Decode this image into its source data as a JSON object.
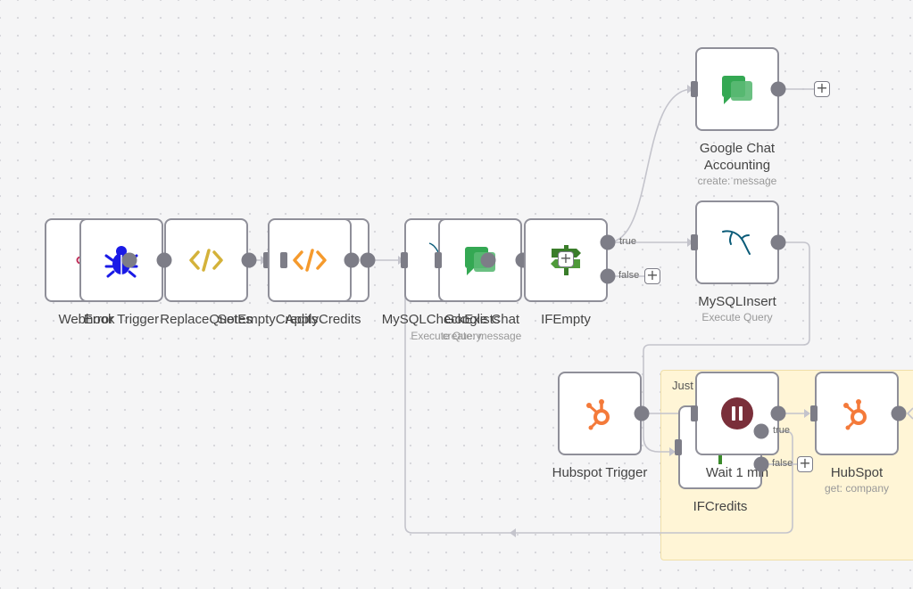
{
  "sticky_note": {
    "text": "Just"
  },
  "nodes": {
    "webhook": {
      "label": "Webhook"
    },
    "error_trigger": {
      "label": "Error Trigger"
    },
    "replace_quotes": {
      "label": "ReplaceQuotes"
    },
    "set_empty": {
      "label": "SetEmptyCredits"
    },
    "apply_credits": {
      "label": "ApplyCredits"
    },
    "mysql_check": {
      "label": "MySQLCheckExists",
      "sub": "Execute Query"
    },
    "google_chat_mid": {
      "label": "Google Chat",
      "sub": "create: message"
    },
    "if_empty": {
      "label": "IFEmpty"
    },
    "google_chat_accounting": {
      "label_line1": "Google Chat",
      "label_line2": "Accounting",
      "sub": "create: message"
    },
    "mysql_insert": {
      "label": "MySQLInsert",
      "sub": "Execute Query"
    },
    "hubspot_trigger": {
      "label": "Hubspot Trigger"
    },
    "if_credits": {
      "label": "IFCredits"
    },
    "wait": {
      "label": "Wait 1 min"
    },
    "hubspot": {
      "label": "HubSpot",
      "sub": "get: company"
    }
  },
  "ports": {
    "if_empty_true": "true",
    "if_empty_false": "false",
    "if_credits_true": "true",
    "if_credits_false": "false",
    "add_node": "+"
  },
  "colors": {
    "canvas": "#f5f5f6",
    "node_border": "#8f8f99",
    "port": "#7d7d87",
    "edge": "#c4c4cc",
    "sticky": "#fff5d6",
    "hubspot": "#f47a3a",
    "google_chat": "#34a853",
    "code": "#f59a2d",
    "wait": "#7a2f3a",
    "error_trigger": "#1a1ae6",
    "mysql": "#0a5b78",
    "if": "#3a7d2a"
  },
  "icons": {
    "error_trigger": "bug-icon",
    "code": "code-brackets-icon",
    "mysql": "mysql-dolphin-icon",
    "google_chat": "google-chat-icon",
    "if": "signpost-icon",
    "hubspot": "hubspot-sprocket-icon",
    "wait": "pause-icon"
  }
}
